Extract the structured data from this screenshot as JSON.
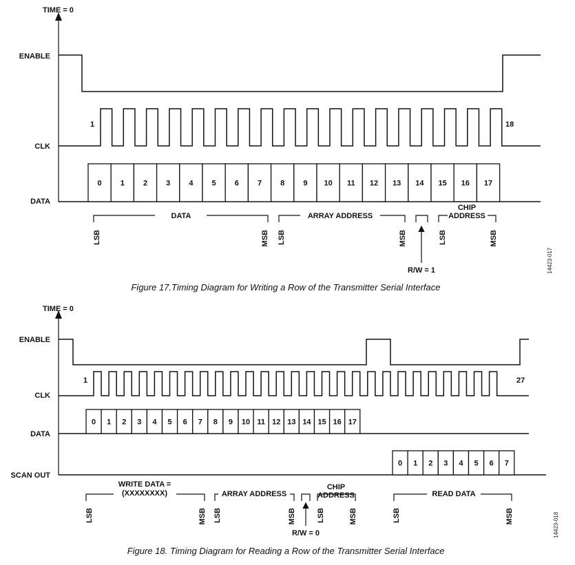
{
  "figure17": {
    "time_label": "TIME = 0",
    "signals": {
      "enable": "ENABLE",
      "clk": "CLK",
      "data": "DATA"
    },
    "clk_first": "1",
    "clk_last": "18",
    "data_cells": [
      "0",
      "1",
      "2",
      "3",
      "4",
      "5",
      "6",
      "7",
      "8",
      "9",
      "10",
      "11",
      "12",
      "13",
      "14",
      "15",
      "16",
      "17"
    ],
    "brackets": {
      "data": "DATA",
      "array_address": "ARRAY ADDRESS",
      "chip_line1": "CHIP",
      "chip_line2": "ADDRESS"
    },
    "lsb": "LSB",
    "msb": "MSB",
    "rw": "R/W = 1",
    "caption": "Figure 17.Timing Diagram for Writing a Row of the Transmitter Serial Interface",
    "id": "14423-017"
  },
  "figure18": {
    "time_label": "TIME = 0",
    "signals": {
      "enable": "ENABLE",
      "clk": "CLK",
      "data": "DATA",
      "scan_out": "SCAN OUT"
    },
    "clk_first": "1",
    "clk_last": "27",
    "data_cells": [
      "0",
      "1",
      "2",
      "3",
      "4",
      "5",
      "6",
      "7",
      "8",
      "9",
      "10",
      "11",
      "12",
      "13",
      "14",
      "15",
      "16",
      "17"
    ],
    "scan_cells": [
      "0",
      "1",
      "2",
      "3",
      "4",
      "5",
      "6",
      "7"
    ],
    "brackets": {
      "write_line1": "WRITE DATA =",
      "write_line2": "(XXXXXXXX)",
      "array_address": "ARRAY ADDRESS",
      "chip_line1": "CHIP",
      "chip_line2": "ADDRESS",
      "read_data": "READ DATA"
    },
    "lsb": "LSB",
    "msb": "MSB",
    "rw": "R/W = 0",
    "caption": "Figure 18. Timing Diagram for Reading a Row of the Transmitter Serial Interface",
    "id": "14423-018"
  }
}
